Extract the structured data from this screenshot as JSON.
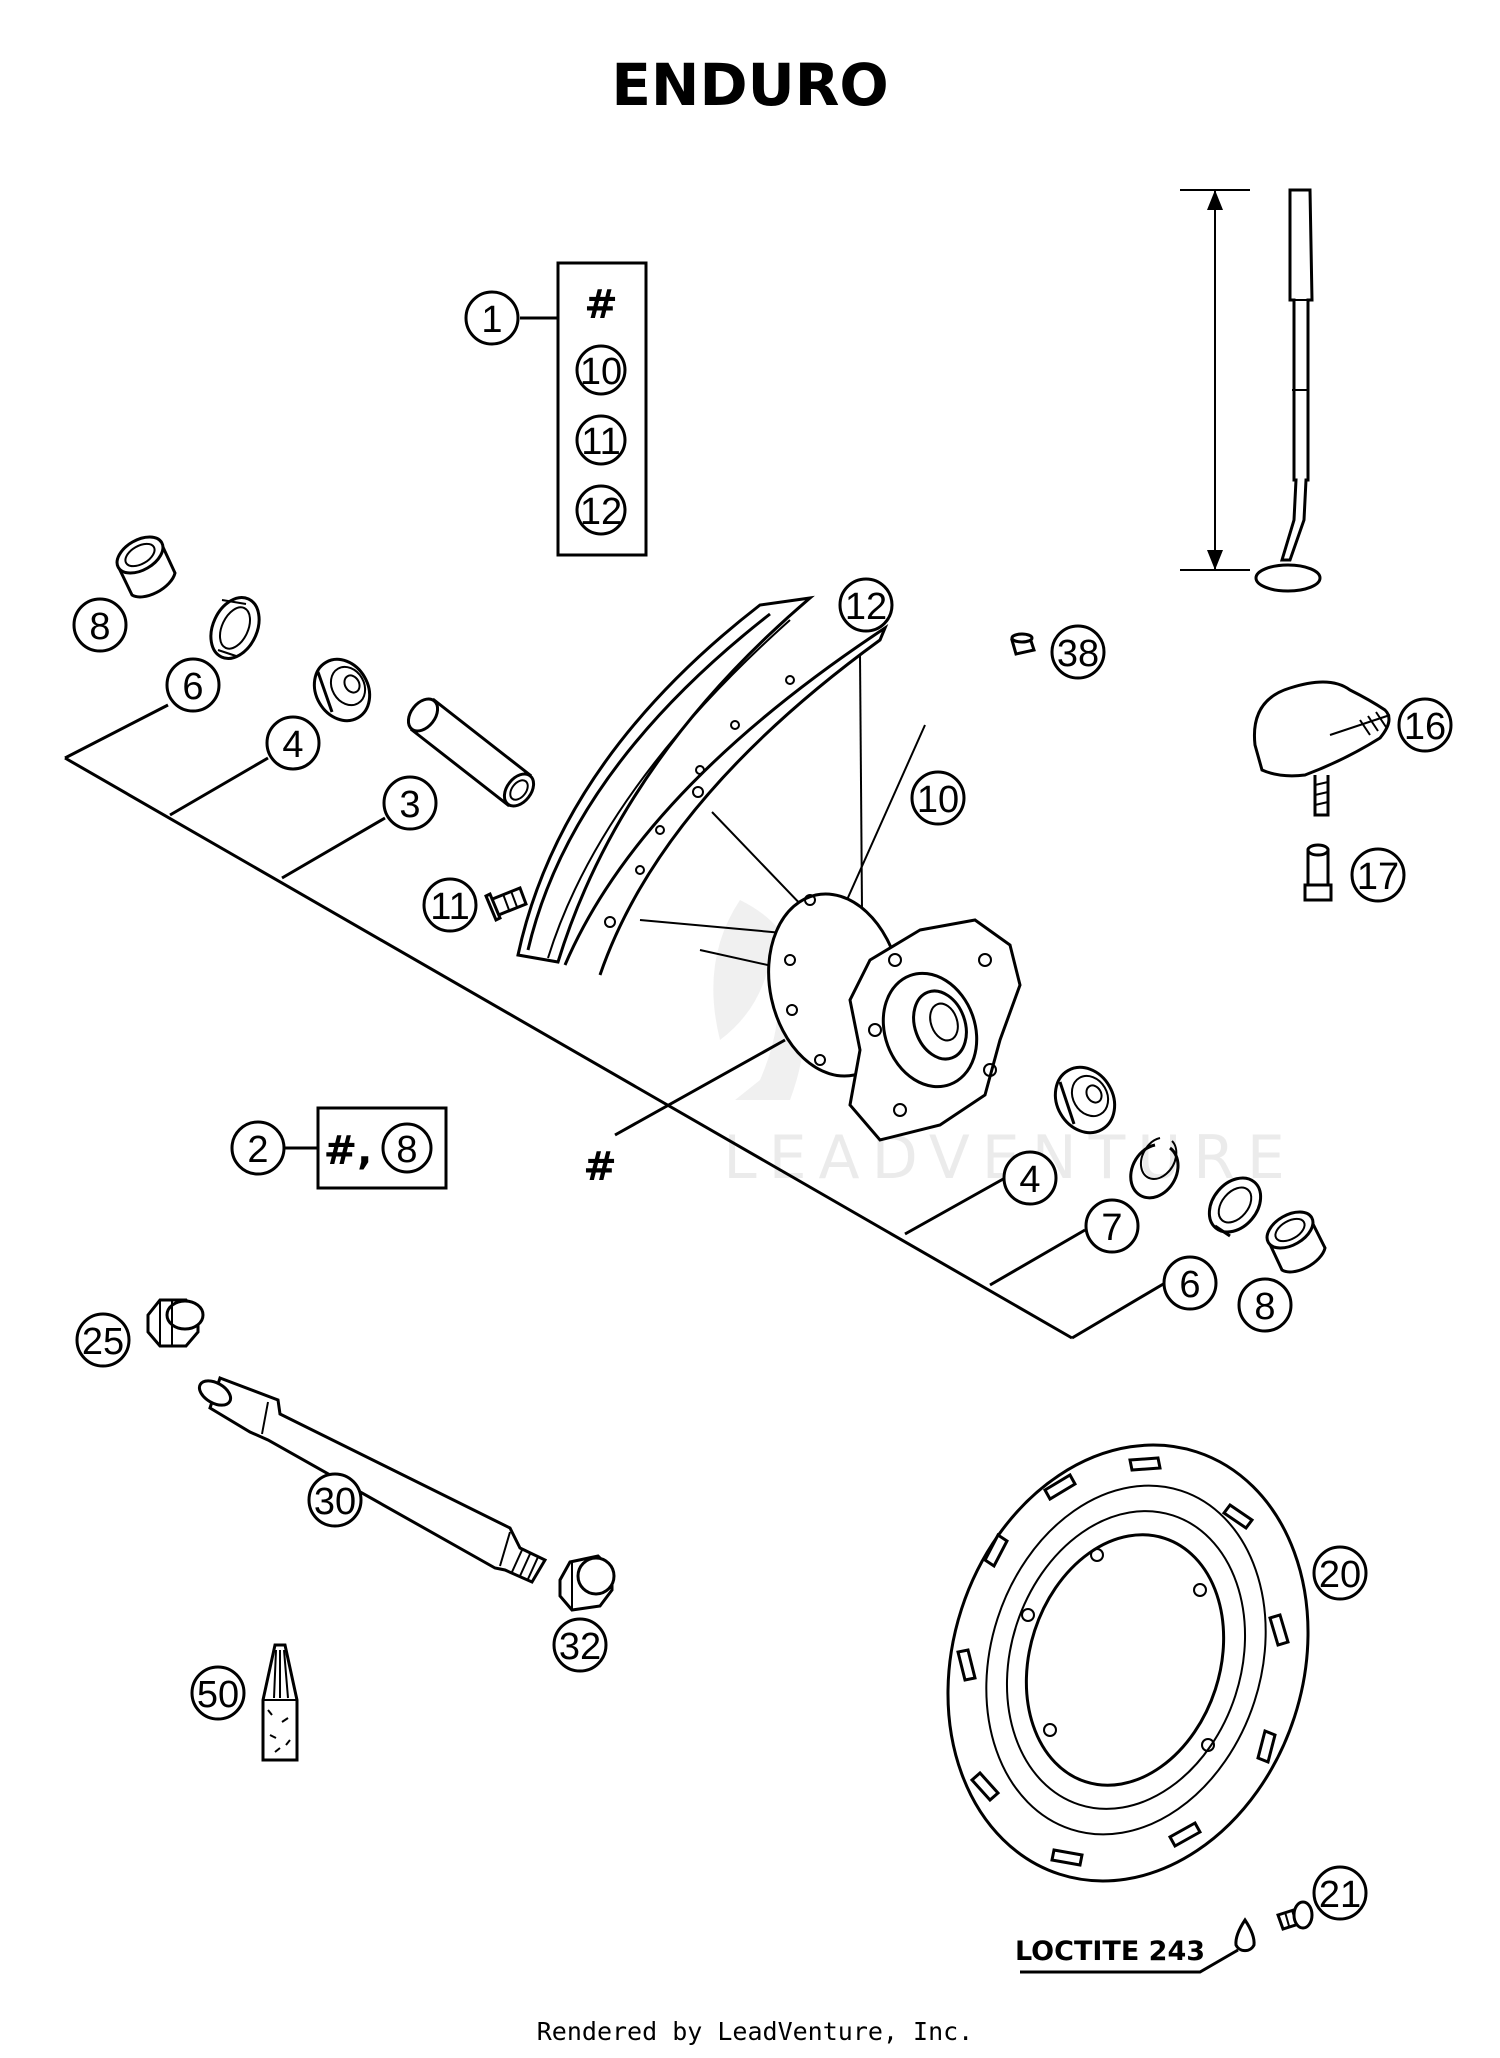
{
  "title": "ENDURO",
  "footer": "Rendered by LeadVenture, Inc.",
  "watermark": "LEADVENTURE",
  "kit_1": {
    "number": "1",
    "contents": [
      "#",
      "10",
      "11",
      "12"
    ]
  },
  "kit_2": {
    "number": "2",
    "contents_hash": "#,",
    "contents_part": "8"
  },
  "hub_label": "#",
  "loctite_label": "LOCTITE 243",
  "callouts": {
    "p8_top": "8",
    "p6_top": "6",
    "p4_top": "4",
    "p3": "3",
    "p12": "12",
    "p38": "38",
    "p16": "16",
    "p10": "10",
    "p11": "11",
    "p17": "17",
    "p4_bot": "4",
    "p7": "7",
    "p6_bot": "6",
    "p8_bot": "8",
    "p25": "25",
    "p30": "30",
    "p32": "32",
    "p50": "50",
    "p20": "20",
    "p21": "21"
  }
}
